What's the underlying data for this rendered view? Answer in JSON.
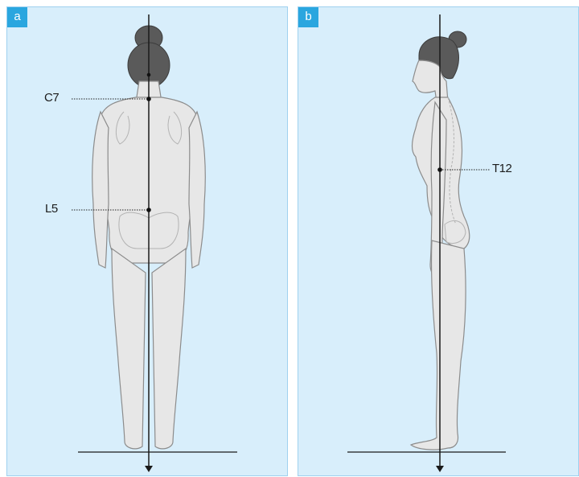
{
  "panels": [
    {
      "id": "a",
      "badge": "a",
      "view": "posterior",
      "markers": [
        {
          "label": "C7"
        },
        {
          "label": "L5"
        }
      ]
    },
    {
      "id": "b",
      "badge": "b",
      "view": "lateral",
      "markers": [
        {
          "label": "T12"
        }
      ]
    }
  ],
  "colors": {
    "panel_background": "#d8eefb",
    "panel_border": "#9fd1ef",
    "badge": "#2aa6df",
    "body": "#e6e6e6",
    "body_outline": "#8c8c8c",
    "hair": "#555555",
    "plumb_line": "#1a1a1a"
  }
}
